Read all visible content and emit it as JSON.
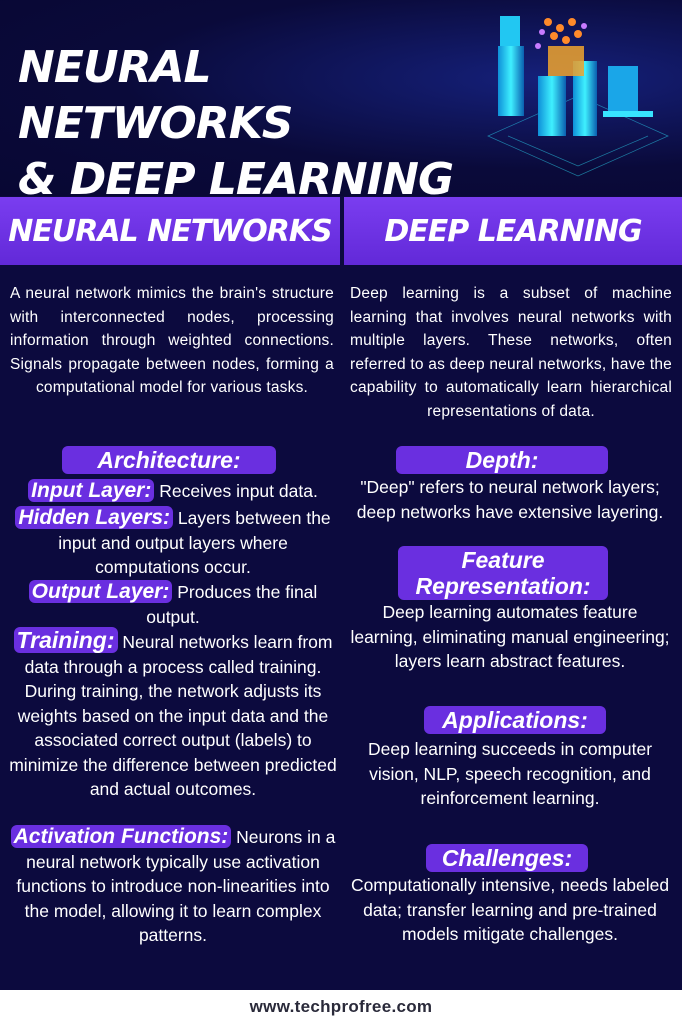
{
  "header": {
    "title_line1": "Neural Networks",
    "title_line2": "& Deep Learning"
  },
  "left": {
    "heading": "Neural Networks",
    "intro": "A neural network mimics the brain's structure with interconnected nodes, processing information through weighted connections. Signals propagate between nodes, forming a computational model for various tasks.",
    "architecture_label": "Architecture:",
    "input_term": "Input Layer:",
    "input_text": "Receives input data.",
    "hidden_term": "Hidden Layers:",
    "hidden_text": "Layers between the input and output layers where computations occur.",
    "output_term": "Output Layer:",
    "output_text": "Produces the final output.",
    "training_term": "Training:",
    "training_text": "Neural networks learn from data through a process called training. During training, the network adjusts its weights based on the input data and the associated correct output (labels) to minimize the difference between predicted and actual outcomes.",
    "activation_term": "Activation Functions:",
    "activation_text": "Neurons in a neural network typically use activation functions to introduce non-linearities into the model, allowing it to learn complex patterns."
  },
  "right": {
    "heading": "Deep Learning",
    "intro": "Deep learning is a subset of machine learning that involves neural networks with multiple layers. These networks, often referred to as deep neural networks, have the capability to automatically learn hierarchical representations of data.",
    "depth_label": "Depth:",
    "depth_text": "\"Deep\" refers to neural network layers; deep networks have extensive layering.",
    "feature_label_line1": "Feature",
    "feature_label_line2": "Representation:",
    "feature_text": "Deep learning automates feature learning, eliminating manual engineering; layers learn abstract features.",
    "applications_label": "Applications:",
    "applications_text": "Deep learning succeeds in computer vision, NLP, speech recognition, and reinforcement learning.",
    "challenges_label": "Challenges:",
    "challenges_text": "Computationally intensive, needs labeled data; transfer learning and pre-trained models mitigate challenges."
  },
  "footer": {
    "url": "www.techprofree.com"
  },
  "colors": {
    "background": "#0c0a3e",
    "accent": "#6a2fe0",
    "cyan": "#2ee6ff"
  },
  "icons": {
    "hero": "isometric-server-network-illustration"
  }
}
